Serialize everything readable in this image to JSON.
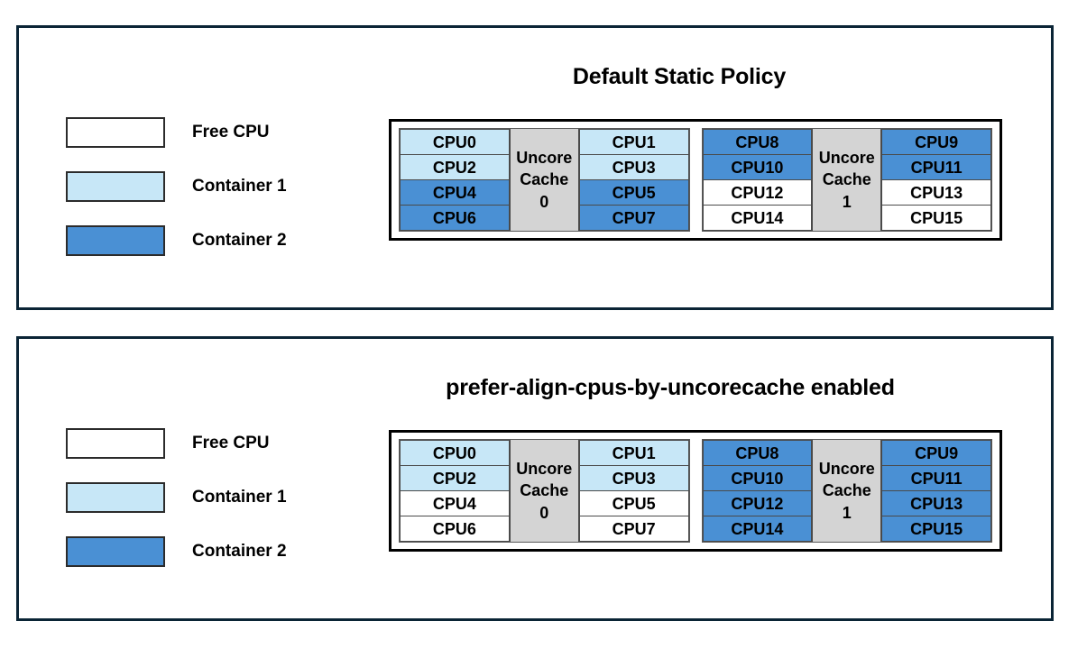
{
  "colors": {
    "frame_border": "#0a2435",
    "free_cpu": "#ffffff",
    "container_1": "#c7e7f7",
    "container_2": "#4a90d4",
    "cache_box": "#d4d4d4",
    "cell_border": "#4a4a4a"
  },
  "legend_items": [
    {
      "label": "Free CPU",
      "state": "free"
    },
    {
      "label": "Container 1",
      "state": "c1"
    },
    {
      "label": "Container 2",
      "state": "c2"
    }
  ],
  "panels": [
    {
      "id": "default-static-policy",
      "title": "Default Static Policy",
      "cache_groups": [
        {
          "cache_label_line1": "Uncore",
          "cache_label_line2": "Cache",
          "cache_label_line3": "0",
          "left_column": [
            {
              "label": "CPU0",
              "state": "c1"
            },
            {
              "label": "CPU2",
              "state": "c1"
            },
            {
              "label": "CPU4",
              "state": "c2"
            },
            {
              "label": "CPU6",
              "state": "c2"
            }
          ],
          "right_column": [
            {
              "label": "CPU1",
              "state": "c1"
            },
            {
              "label": "CPU3",
              "state": "c1"
            },
            {
              "label": "CPU5",
              "state": "c2"
            },
            {
              "label": "CPU7",
              "state": "c2"
            }
          ]
        },
        {
          "cache_label_line1": "Uncore",
          "cache_label_line2": "Cache",
          "cache_label_line3": "1",
          "left_column": [
            {
              "label": "CPU8",
              "state": "c2"
            },
            {
              "label": "CPU10",
              "state": "c2"
            },
            {
              "label": "CPU12",
              "state": "free"
            },
            {
              "label": "CPU14",
              "state": "free"
            }
          ],
          "right_column": [
            {
              "label": "CPU9",
              "state": "c2"
            },
            {
              "label": "CPU11",
              "state": "c2"
            },
            {
              "label": "CPU13",
              "state": "free"
            },
            {
              "label": "CPU15",
              "state": "free"
            }
          ]
        }
      ]
    },
    {
      "id": "prefer-align-cpus-by-uncorecache-enabled",
      "title": "prefer-align-cpus-by-uncorecache enabled",
      "cache_groups": [
        {
          "cache_label_line1": "Uncore",
          "cache_label_line2": "Cache",
          "cache_label_line3": "0",
          "left_column": [
            {
              "label": "CPU0",
              "state": "c1"
            },
            {
              "label": "CPU2",
              "state": "c1"
            },
            {
              "label": "CPU4",
              "state": "free"
            },
            {
              "label": "CPU6",
              "state": "free"
            }
          ],
          "right_column": [
            {
              "label": "CPU1",
              "state": "c1"
            },
            {
              "label": "CPU3",
              "state": "c1"
            },
            {
              "label": "CPU5",
              "state": "free"
            },
            {
              "label": "CPU7",
              "state": "free"
            }
          ]
        },
        {
          "cache_label_line1": "Uncore",
          "cache_label_line2": "Cache",
          "cache_label_line3": "1",
          "left_column": [
            {
              "label": "CPU8",
              "state": "c2"
            },
            {
              "label": "CPU10",
              "state": "c2"
            },
            {
              "label": "CPU12",
              "state": "c2"
            },
            {
              "label": "CPU14",
              "state": "c2"
            }
          ],
          "right_column": [
            {
              "label": "CPU9",
              "state": "c2"
            },
            {
              "label": "CPU11",
              "state": "c2"
            },
            {
              "label": "CPU13",
              "state": "c2"
            },
            {
              "label": "CPU15",
              "state": "c2"
            }
          ]
        }
      ]
    }
  ]
}
